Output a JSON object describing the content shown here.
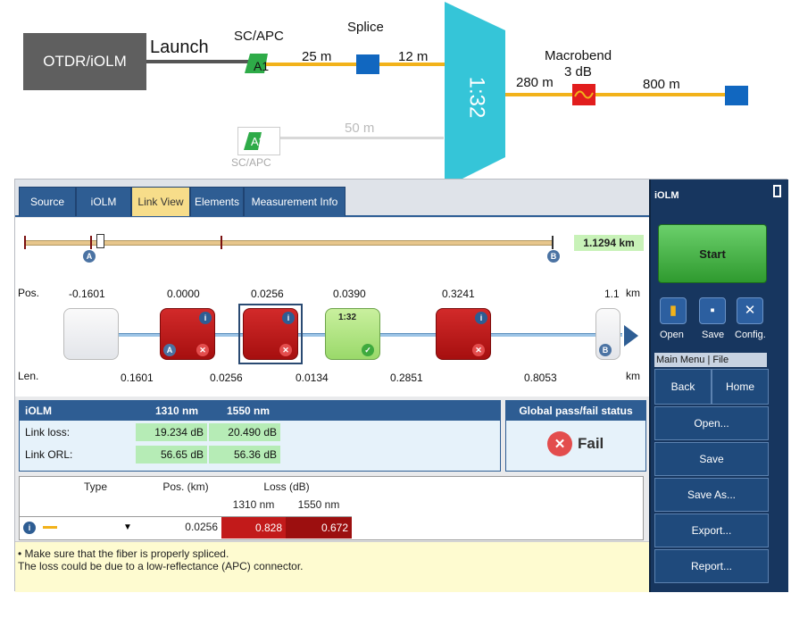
{
  "diagram": {
    "otdr_box": "OTDR/iOLM",
    "launch": "Launch",
    "scapc_top": "SC/APC",
    "a1": "A1",
    "seg_25m": "25 m",
    "splice": "Splice",
    "seg_12m": "12 m",
    "splitter": "1:32",
    "seg_280m": "280 m",
    "macrobend": "Macrobend",
    "macrobend_loss": "3 dB",
    "seg_800m": "800 m",
    "a2": "A2",
    "seg_50m": "50 m",
    "scapc_bottom": "SC/APC",
    "colors": {
      "fiber": "#f2b21a",
      "splitter": "#35c5d8",
      "otdr": "#5f5f5f",
      "node": "#1167c0",
      "connector": "#2eab48",
      "macrobend": "#e21d1d"
    }
  },
  "tabs": [
    {
      "label": "Source"
    },
    {
      "label": "iOLM"
    },
    {
      "label": "Link View"
    },
    {
      "label": "Elements"
    },
    {
      "label": "Measurement Info"
    }
  ],
  "link": {
    "length_value": "1.1294 km",
    "marker_a": "A",
    "marker_b": "B",
    "pos_label": "Pos.",
    "len_label": "Len.",
    "unit_pos": "km",
    "unit_len": "km",
    "positions": [
      "-0.1601",
      "0.0000",
      "0.0256",
      "0.0390",
      "0.3241",
      "1.1"
    ],
    "lengths": [
      "0.1601",
      "0.0256",
      "0.0134",
      "0.2851",
      "0.8053"
    ],
    "splitter_label": "1:32"
  },
  "summary": {
    "title": "iOLM",
    "col1": "1310 nm",
    "col2": "1550 nm",
    "rows": [
      {
        "label": "Link loss:",
        "v1": "19.234 dB",
        "v2": "20.490 dB"
      },
      {
        "label": "Link ORL:",
        "v1": "56.65 dB",
        "v2": "56.36 dB"
      }
    ]
  },
  "global_status": {
    "title": "Global pass/fail status",
    "value": "Fail"
  },
  "table": {
    "headers": {
      "type": "Type",
      "pos": "Pos. (km)",
      "loss": "Loss (dB)",
      "l1310": "1310 nm",
      "l1550": "1550 nm"
    },
    "row": {
      "pos": "0.0256",
      "l1310": "0.828",
      "l1550": "0.672"
    }
  },
  "hint": {
    "line1": "• Make sure that the fiber is properly spliced.",
    "line2": "The loss could be due to a low-reflectance (APC) connector."
  },
  "sidebar": {
    "title": "iOLM",
    "start": "Start",
    "open_icon_label": "Open",
    "save_icon_label": "Save",
    "config_icon_label": "Config.",
    "menu_path": "Main Menu | File",
    "back": "Back",
    "home": "Home",
    "open": "Open...",
    "save": "Save",
    "save_as": "Save As...",
    "export": "Export...",
    "report": "Report..."
  }
}
